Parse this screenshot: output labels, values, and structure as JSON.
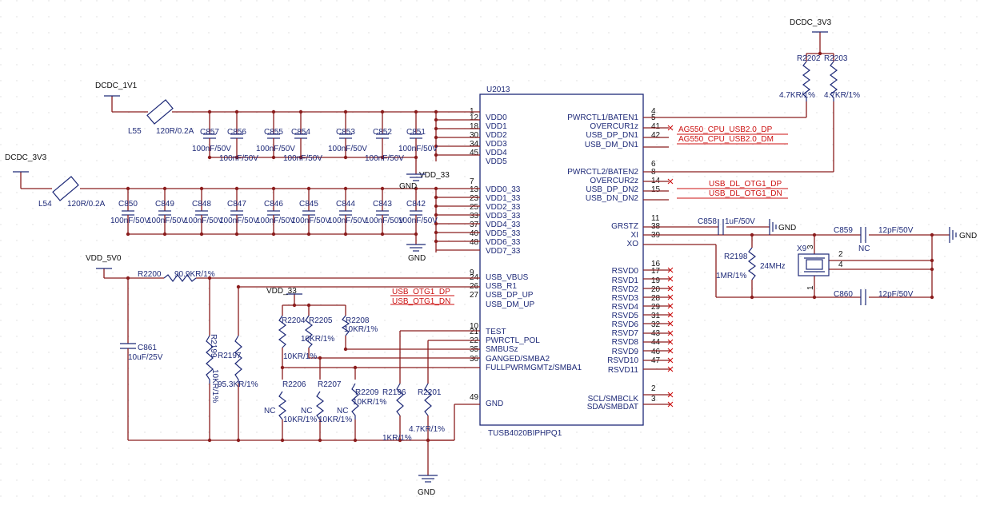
{
  "grid_color": "#dcdcdc",
  "wire_color": "#8b1d1d",
  "component_color": "#1e2a78",
  "net_label_color": "#cc1111",
  "ic": {
    "ref": "U2013",
    "part": "TUSB4020BIPHPQ1",
    "left_pins": [
      {
        "num": "1",
        "name": ""
      },
      {
        "num": "12",
        "name": "VDD0"
      },
      {
        "num": "18",
        "name": "VDD1"
      },
      {
        "num": "30",
        "name": "VDD2"
      },
      {
        "num": "34",
        "name": "VDD3"
      },
      {
        "num": "45",
        "name": "VDD4"
      },
      {
        "num": "",
        "name": "VDD5"
      },
      {
        "num": "7",
        "name": ""
      },
      {
        "num": "13",
        "name": "VDD0_33"
      },
      {
        "num": "23",
        "name": "VDD1_33"
      },
      {
        "num": "25",
        "name": "VDD2_33"
      },
      {
        "num": "33",
        "name": "VDD3_33"
      },
      {
        "num": "37",
        "name": "VDD4_33"
      },
      {
        "num": "40",
        "name": "VDD5_33"
      },
      {
        "num": "48",
        "name": "VDD6_33"
      },
      {
        "num": "",
        "name": "VDD7_33"
      },
      {
        "num": "9",
        "name": ""
      },
      {
        "num": "24",
        "name": "USB_VBUS"
      },
      {
        "num": "26",
        "name": "USB_R1"
      },
      {
        "num": "27",
        "name": "USB_DP_UP"
      },
      {
        "num": "",
        "name": "USB_DM_UP"
      },
      {
        "num": "10",
        "name": ""
      },
      {
        "num": "21",
        "name": "TEST"
      },
      {
        "num": "22",
        "name": "PWRCTL_POL"
      },
      {
        "num": "35",
        "name": "SMBUSz"
      },
      {
        "num": "36",
        "name": "GANGED/SMBA2"
      },
      {
        "num": "",
        "name": "FULLPWRMGMTz/SMBA1"
      },
      {
        "num": "49",
        "name": ""
      },
      {
        "num": "",
        "name": "GND"
      }
    ],
    "right_pins": [
      {
        "num": "4",
        "name": ""
      },
      {
        "num": "5",
        "name": "PWRCTL1/BATEN1"
      },
      {
        "num": "41",
        "name": "OVERCUR1z"
      },
      {
        "num": "42",
        "name": "USB_DP_DN1"
      },
      {
        "num": "",
        "name": "USB_DM_DN1"
      },
      {
        "num": "6",
        "name": ""
      },
      {
        "num": "8",
        "name": "PWRCTL2/BATEN2"
      },
      {
        "num": "14",
        "name": "OVERCUR2z"
      },
      {
        "num": "15",
        "name": "USB_DP_DN2"
      },
      {
        "num": "",
        "name": "USB_DN_DN2"
      },
      {
        "num": "11",
        "name": ""
      },
      {
        "num": "38",
        "name": "GRSTZ"
      },
      {
        "num": "39",
        "name": "XI"
      },
      {
        "num": "",
        "name": "XO"
      },
      {
        "num": "16",
        "name": ""
      },
      {
        "num": "17",
        "name": "RSVD0"
      },
      {
        "num": "19",
        "name": "RSVD1"
      },
      {
        "num": "20",
        "name": "RSVD2"
      },
      {
        "num": "28",
        "name": "RSVD3"
      },
      {
        "num": "29",
        "name": "RSVD4"
      },
      {
        "num": "31",
        "name": "RSVD5"
      },
      {
        "num": "32",
        "name": "RSVD6"
      },
      {
        "num": "43",
        "name": "RSVD7"
      },
      {
        "num": "44",
        "name": "RSVD8"
      },
      {
        "num": "46",
        "name": "RSVD9"
      },
      {
        "num": "47",
        "name": "RSVD10"
      },
      {
        "num": "",
        "name": "RSVD11"
      },
      {
        "num": "2",
        "name": ""
      },
      {
        "num": "3",
        "name": "SCL/SMBCLK"
      },
      {
        "num": "",
        "name": "SDA/SMBDAT"
      }
    ]
  },
  "power_nets": {
    "dcdc_1v1": "DCDC_1V1",
    "dcdc_3v3_left": "DCDC_3V3",
    "dcdc_3v3_top": "DCDC_3V3",
    "vdd_33_gnd": "VDD_33",
    "vdd_33_mid": "VDD_33",
    "vdd_5v0": "VDD_5V0",
    "gnd": "GND"
  },
  "ferrites": [
    {
      "ref": "L55",
      "value": "120R/0.2A"
    },
    {
      "ref": "L54",
      "value": "120R/0.2A"
    }
  ],
  "caps_row1": [
    {
      "ref": "C857",
      "value": "100nF/50V"
    },
    {
      "ref": "C856",
      "value": "100nF/50V"
    },
    {
      "ref": "C855",
      "value": "100nF/50V"
    },
    {
      "ref": "C854",
      "value": "100nF/50V"
    },
    {
      "ref": "C853",
      "value": "100nF/50V"
    },
    {
      "ref": "C852",
      "value": "100nF/50V"
    },
    {
      "ref": "C851",
      "value": "100nF/50V"
    }
  ],
  "caps_row2": [
    {
      "ref": "C850",
      "value": "100nF/50V"
    },
    {
      "ref": "C849",
      "value": "100nF/50V"
    },
    {
      "ref": "C848",
      "value": "100nF/50V"
    },
    {
      "ref": "C847",
      "value": "100nF/50V"
    },
    {
      "ref": "C846",
      "value": "100nF/50V"
    },
    {
      "ref": "C845",
      "value": "100nF/50V"
    },
    {
      "ref": "C844",
      "value": "100nF/50V"
    },
    {
      "ref": "C843",
      "value": "100nF/50V"
    },
    {
      "ref": "C842",
      "value": "100nF/50V"
    }
  ],
  "net_labels": {
    "ag550_dp": "AG550_CPU_USB2.0_DP",
    "ag550_dm": "AG550_CPU_USB2.0_DM",
    "usb_dl_otg1_dp": "USB_DL_OTG1_DP",
    "usb_dl_otg1_dn": "USB_DL_OTG1_DN",
    "usb_otg1_dp": "USB_OTG1_DP",
    "usb_otg1_dn": "USB_OTG1_DN"
  },
  "parts": {
    "r2202": {
      "ref": "R2202",
      "value": "4.7KR/1%"
    },
    "r2203": {
      "ref": "R2203",
      "value": "4.7KR/1%"
    },
    "c858": {
      "ref": "C858",
      "value": "1uF/50V"
    },
    "c859": {
      "ref": "C859",
      "value": "12pF/50V",
      "extra": "NC"
    },
    "c860": {
      "ref": "C860",
      "value": "12pF/50V"
    },
    "r2198": {
      "ref": "R2198",
      "value": "1MR/1%"
    },
    "x9": {
      "ref": "X9",
      "value": "24MHz",
      "pins": [
        "3",
        "2",
        "4",
        "1"
      ]
    },
    "r2200": {
      "ref": "R2200",
      "value": "90.9KR/1%"
    },
    "c861": {
      "ref": "C861",
      "value": "10uF/25V"
    },
    "r2199": {
      "ref": "R2199",
      "value": "10KR/1%"
    },
    "r2197": {
      "ref": "R2197",
      "value": "95.3KR/1%"
    },
    "r2204": {
      "ref": "R2204",
      "value": "10KR/1%"
    },
    "r2205": {
      "ref": "R2205",
      "value": "10KR/1%"
    },
    "r2208": {
      "ref": "R2208",
      "value": "10KR/1%"
    },
    "r2206": {
      "ref": "R2206",
      "value": "10KR/1%",
      "extra": "NC"
    },
    "r2207": {
      "ref": "R2207",
      "value": "10KR/1%",
      "extra": "NC"
    },
    "r2209": {
      "ref": "R2209",
      "value": "10KR/1%",
      "extra": "NC"
    },
    "r2196": {
      "ref": "R2196",
      "value": "1KR/1%"
    },
    "r2201": {
      "ref": "R2201",
      "value": "4.7KR/1%"
    }
  }
}
